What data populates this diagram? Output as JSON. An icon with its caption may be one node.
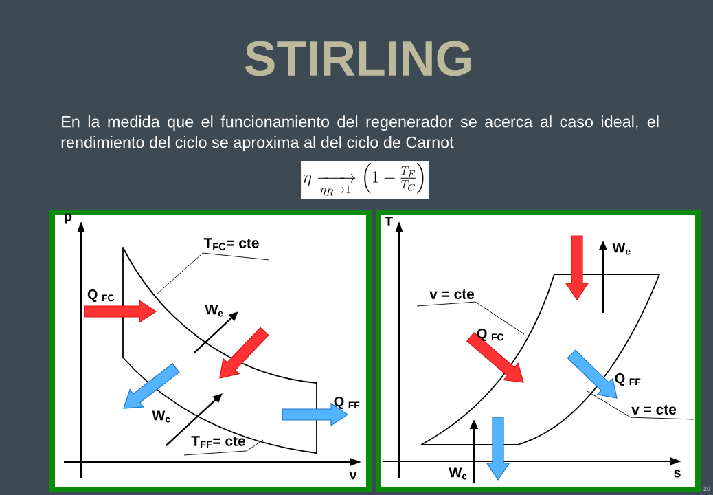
{
  "diagram": {
    "title": "STIRLING",
    "nodes": [
      {
        "text": [
          "T$_{FC}$= cte"
        ]
      },
      {
        "text": [
          "T$_{FF}$= cte"
        ]
      },
      {
        "text": [
          "v = cte"
        ]
      },
      {
        "text": [
          "v = cte"
        ]
      }
    ],
    "edges": [
      {
        "from": 0,
        "to": null,
        "arrow": "none"
      },
      {
        "from": 1,
        "to": null,
        "arrow": "none"
      },
      {
        "from": 2,
        "to": null,
        "arrow": "none"
      },
      {
        "from": 3,
        "to": null,
        "arrow": "none"
      }
    ],
    "labels": [
      "En la medida que el funcionamiento del regenerador se acerca al caso ideal, el rendimiento del ciclo se aproxima al del ciclo de Carnot",
      "\\eta \\xrightarrow[\\eta_R\\to 1]{} \\left(1-\\frac{T_F}{T_C}\\right)",
      "p",
      "Q $_{FC}$",
      "W$_{e}$",
      "W$_{c}$",
      "Q $_{FF}$",
      "v",
      "T",
      "W$_{e}$",
      "Q $_{FC}$",
      "Q $_{FF}$",
      "W$_{c}$",
      "s",
      "20"
    ]
  }
}
